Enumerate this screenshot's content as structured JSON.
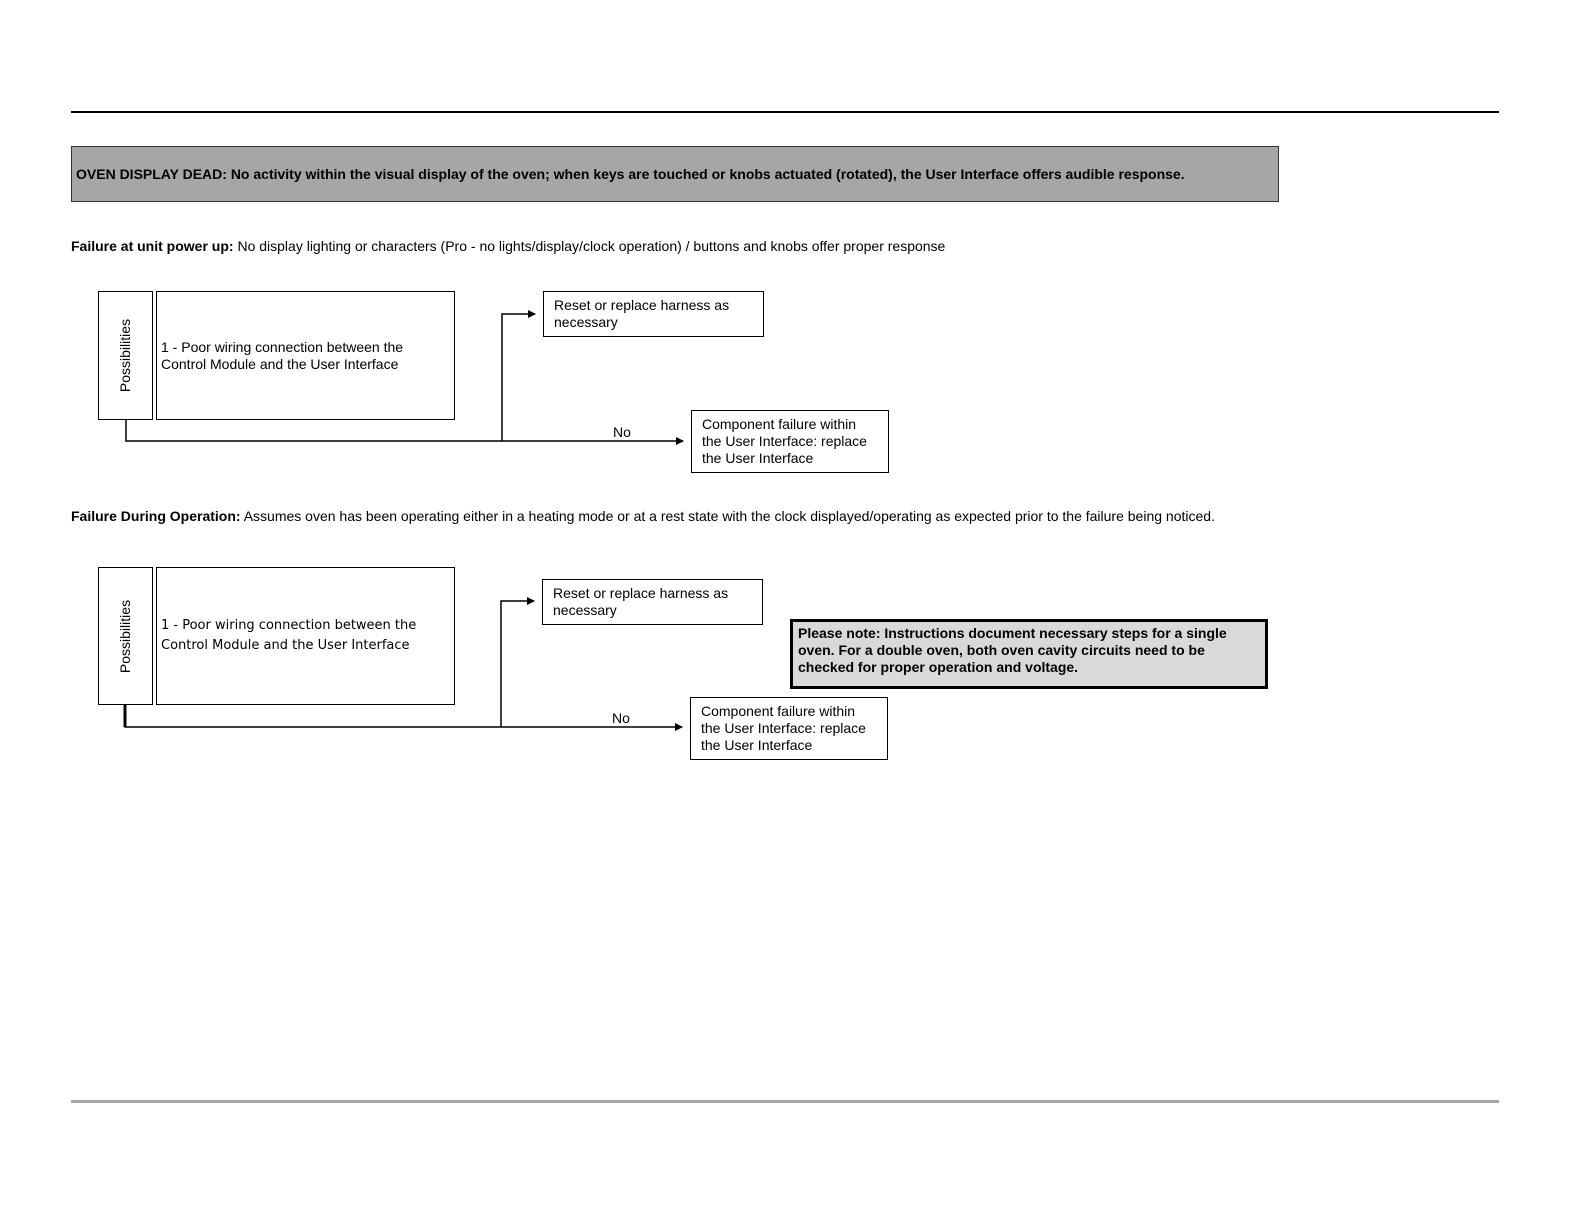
{
  "banner": {
    "text": "OVEN DISPLAY DEAD: No activity within the visual display of the oven; when keys are touched or knobs actuated (rotated), the User Interface offers audible response."
  },
  "sections": [
    {
      "heading_bold": "Failure at unit power up:",
      "heading_text": " No display lighting or characters (Pro - no lights/display/clock operation) / buttons and knobs offer proper response",
      "possibilities_label": "Possibilities",
      "cause": "1 - Poor wiring connection between the Control Module and the User Interface",
      "yes_action": "Reset or replace harness as necessary",
      "no_label": "No",
      "no_action": "Component failure within the User Interface: replace the User Interface"
    },
    {
      "heading_bold": "Failure During Operation:",
      "heading_text": " Assumes oven has been operating either in a heating mode or at a rest state with the clock displayed/operating as expected prior to the failure being noticed.",
      "possibilities_label": "Possibilities",
      "cause": "1 - Poor wiring connection between the Control Module and the User Interface",
      "yes_action": "Reset or replace harness as necessary",
      "no_label": "No",
      "no_action": "Component failure within the User Interface: replace the User Interface"
    }
  ],
  "note": {
    "text": "Please note: Instructions document necessary steps for a single oven.  For a double oven, both oven cavity circuits need to be checked for proper operation and voltage."
  }
}
